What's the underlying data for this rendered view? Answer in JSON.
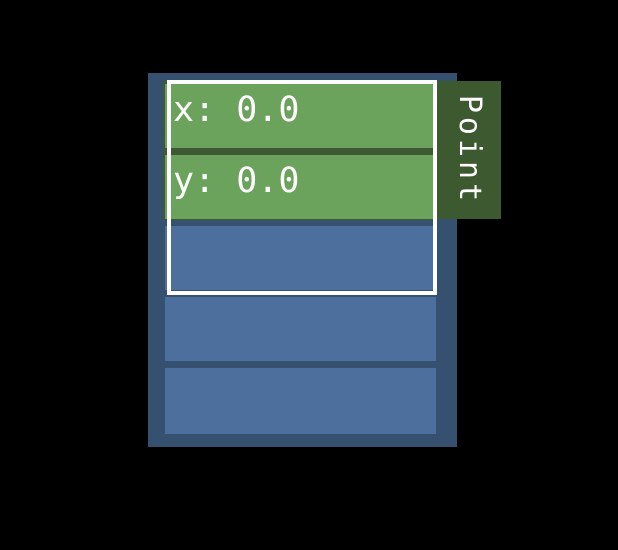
{
  "tab": {
    "label": "Point"
  },
  "slots": [
    {
      "text": "x: 0.0",
      "highlighted": true
    },
    {
      "text": "y: 0.0",
      "highlighted": true
    },
    {
      "text": "",
      "highlighted": false
    },
    {
      "text": "",
      "highlighted": false
    },
    {
      "text": "",
      "highlighted": false
    }
  ],
  "colors": {
    "background": "#000000",
    "frame": "#36506F",
    "slot": "#4C6F9E",
    "highlight": "#6BA35C",
    "highlight_dark": "#3E5A33",
    "tab": "#3C592F",
    "outline": "#FFFFFF",
    "text": "#FFFFFF"
  }
}
